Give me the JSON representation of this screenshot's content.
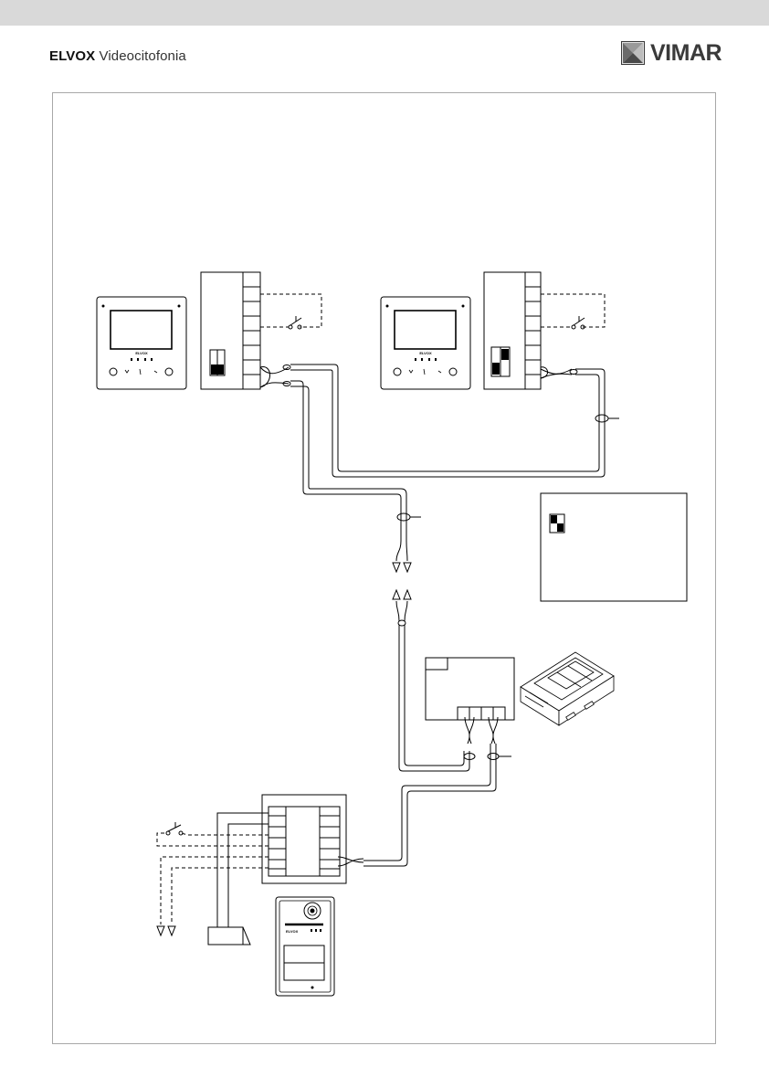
{
  "header": {
    "brand_bold": "ELVOX",
    "brand_light": "Videocitofonia",
    "logo_text": "VIMAR",
    "logo_icon": "vimar-logo-icon"
  },
  "monitor": {
    "brand_text": "ELVOX",
    "button_icons": [
      "intercom-icon",
      "lock-icon",
      "key-icon",
      "light-icon",
      "audio-icon"
    ]
  },
  "door_station": {
    "brand_text": "ELVOX",
    "icons": [
      "camera-icon",
      "speaker-icon",
      "push-button-icon"
    ]
  },
  "colors": {
    "line": "#000000",
    "frame_border": "#a8a8a8",
    "header_bar": "#d9d9d9",
    "logo": "#3a3a3a"
  }
}
